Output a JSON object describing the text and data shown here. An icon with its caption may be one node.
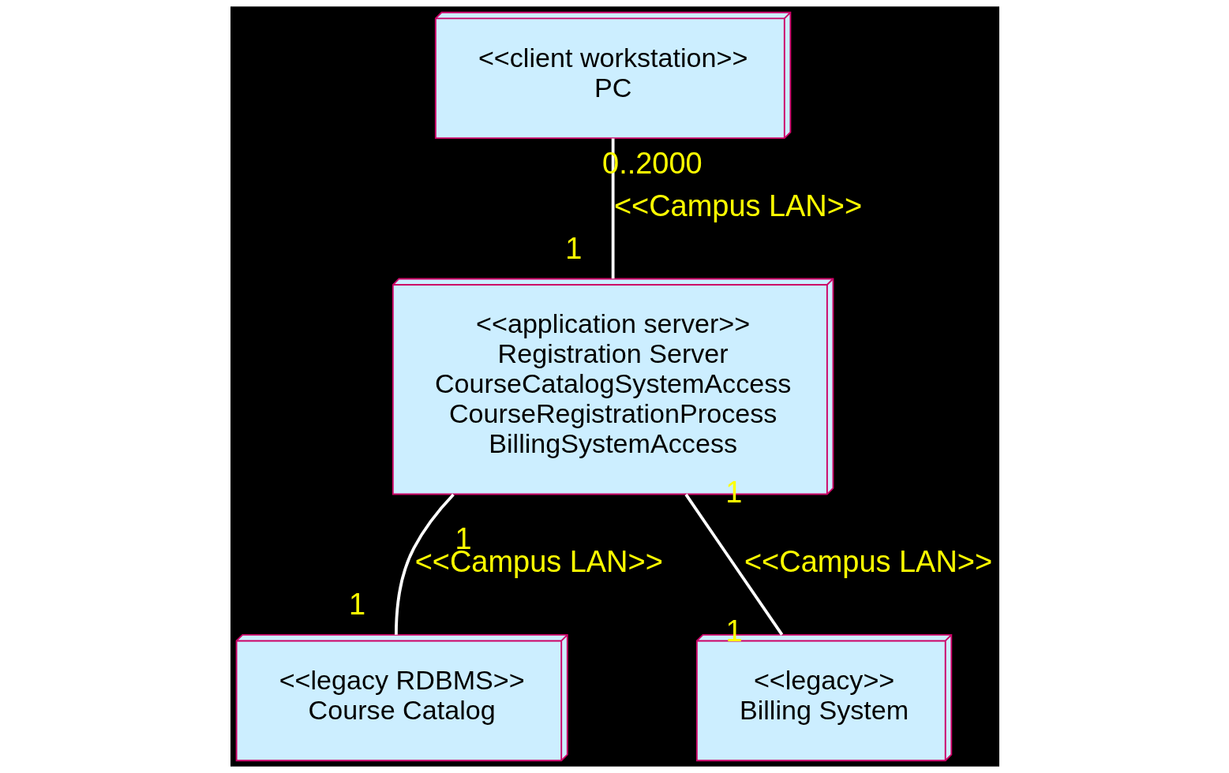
{
  "diagram": {
    "nodes": [
      {
        "text": [
          "<<client workstation>>",
          "PC"
        ]
      },
      {
        "text": [
          "<<application server>>",
          "Registration Server",
          "CourseCatalogSystemAccess",
          "CourseRegistrationProcess",
          "BillingSystemAccess"
        ]
      },
      {
        "text": [
          "<<legacy RDBMS>>",
          "Course Catalog"
        ]
      },
      {
        "text": [
          "<<legacy>>",
          "Billing System"
        ]
      }
    ],
    "edges": [
      {
        "from": 0,
        "to": 1,
        "arrow": "none",
        "label": "<<Campus LAN>>"
      },
      {
        "from": 1,
        "to": 2,
        "arrow": "none",
        "label": "<<Campus LAN>>"
      },
      {
        "from": 1,
        "to": 3,
        "arrow": "none",
        "label": "<<Campus LAN>>"
      }
    ],
    "labels": [
      "0..2000",
      "1",
      "1",
      "1",
      "1",
      "1"
    ]
  }
}
